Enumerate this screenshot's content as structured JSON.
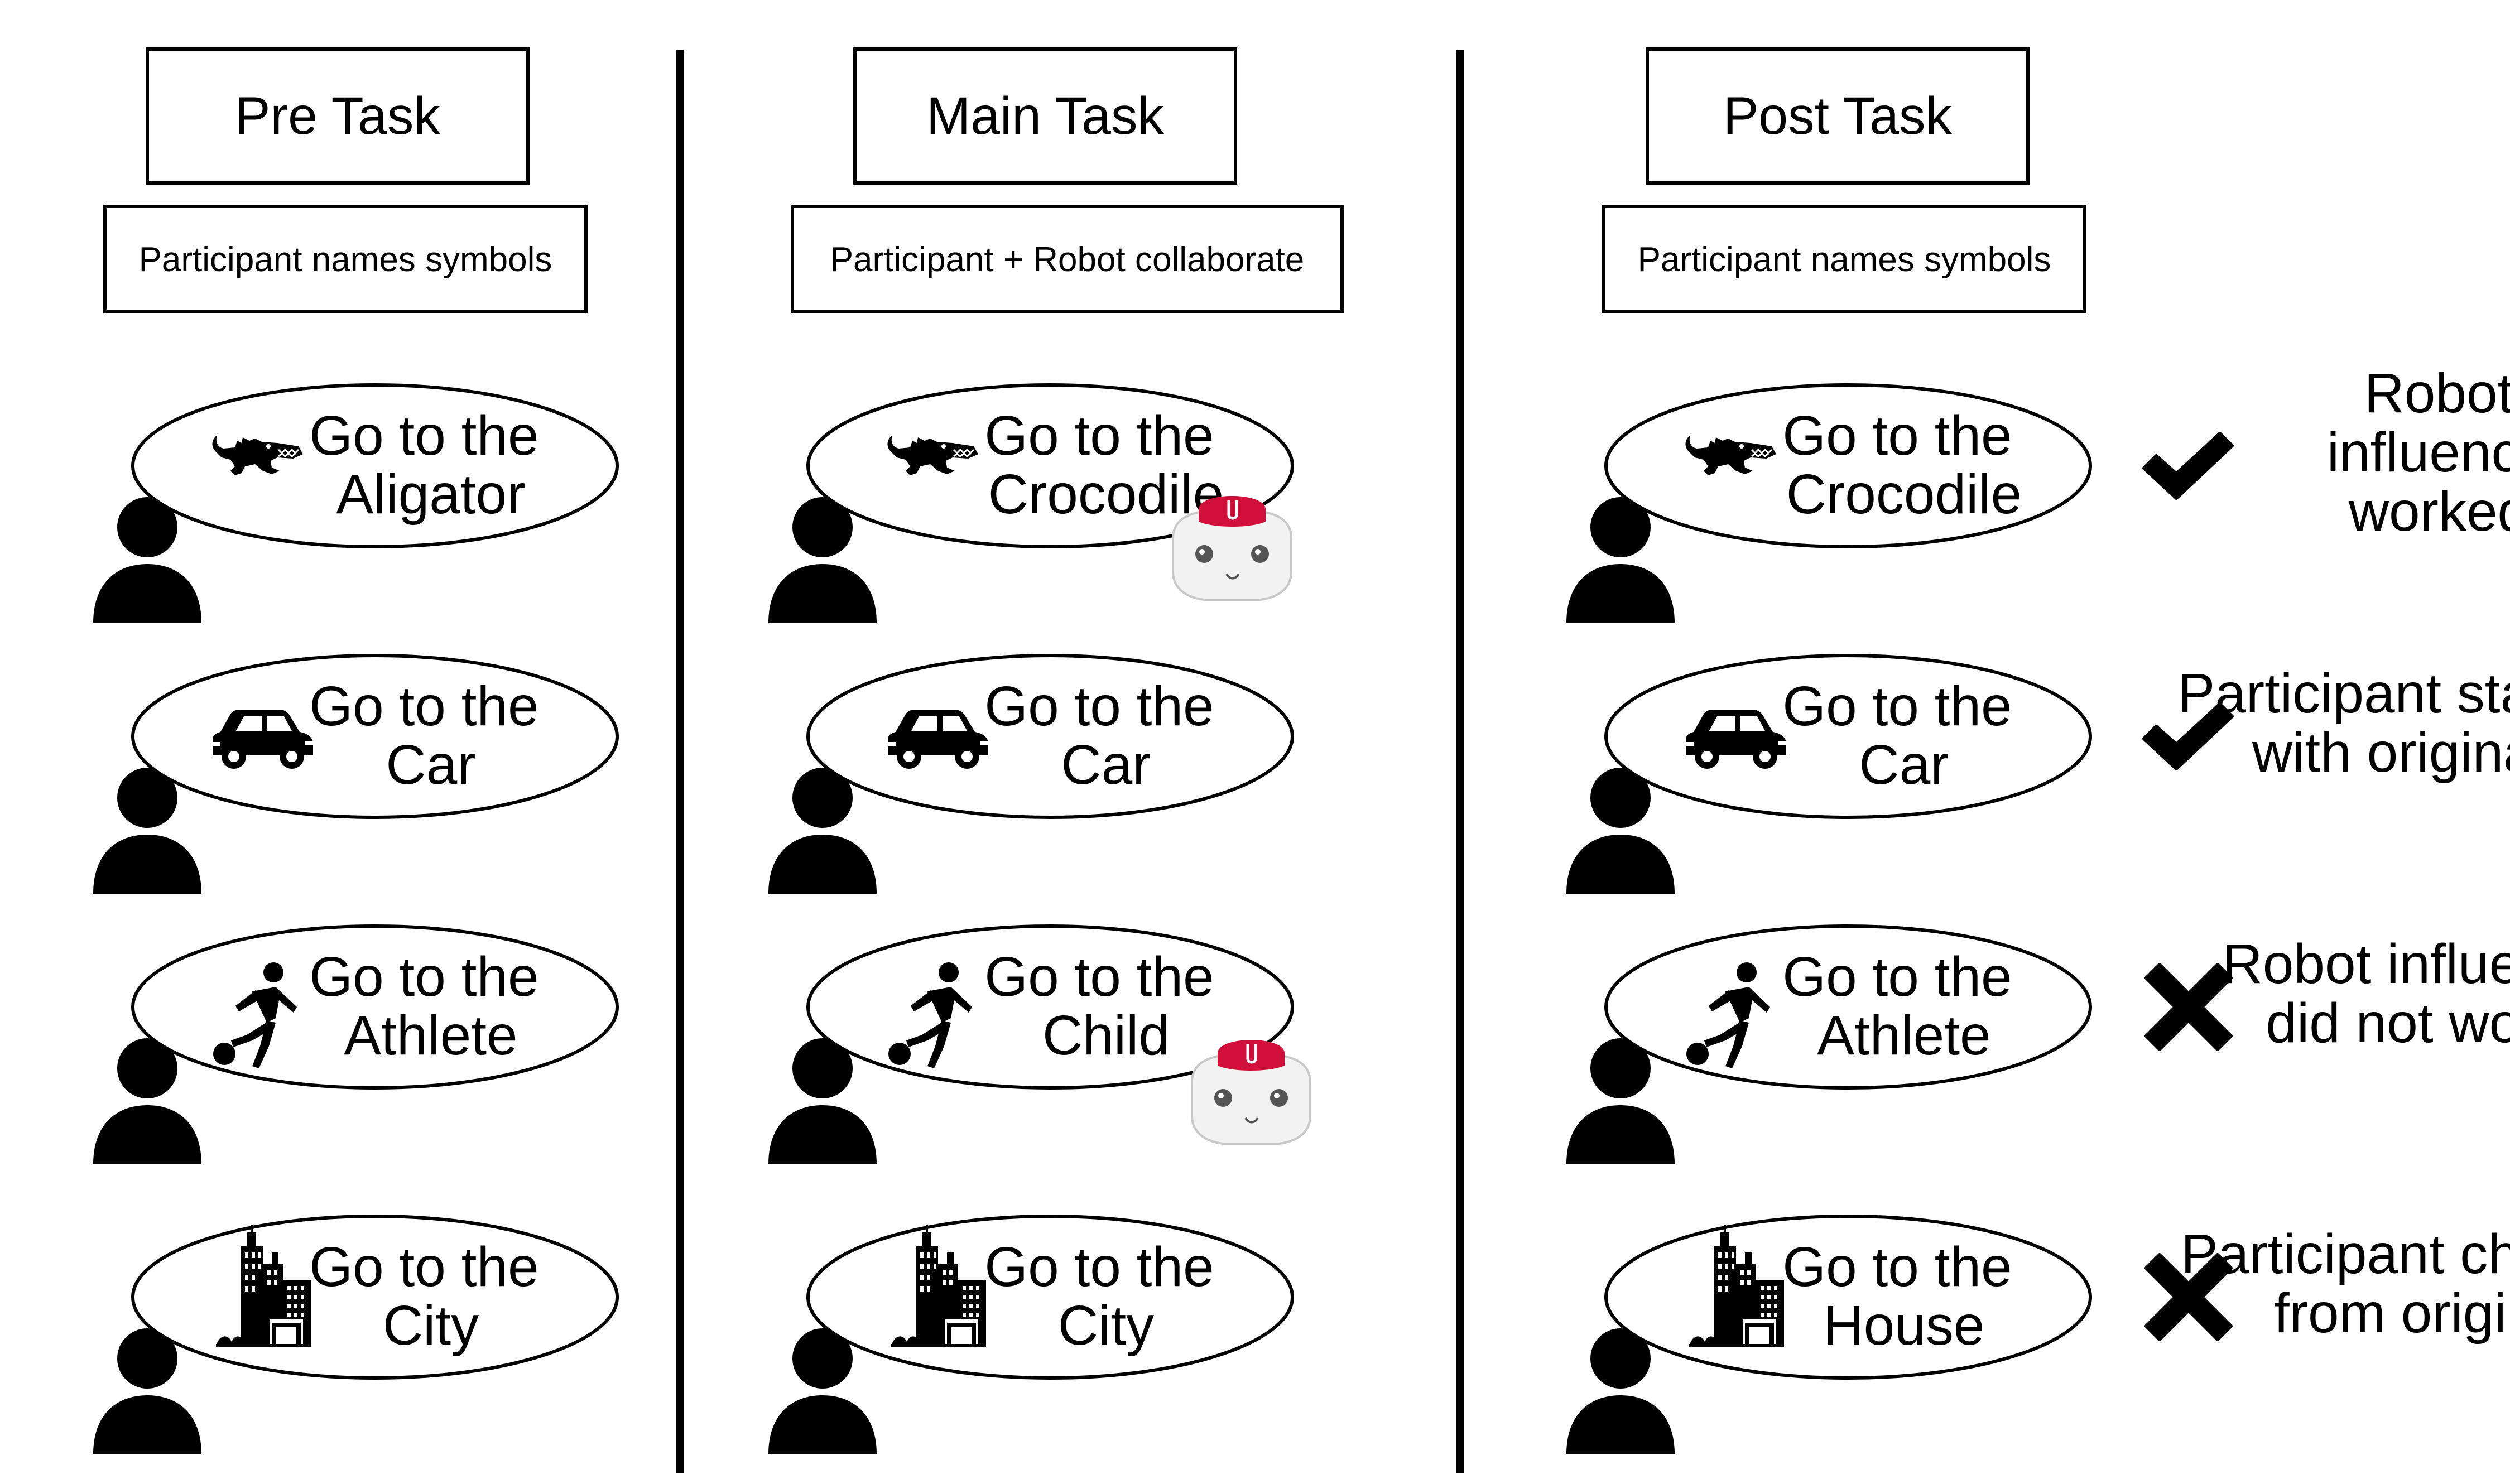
{
  "columns": [
    {
      "title": "Pre Task",
      "subtitle": "Participant names symbols",
      "rows": [
        {
          "line1": "Go to the",
          "line2": "Aligator",
          "icon": "alligator-icon",
          "robot": false
        },
        {
          "line1": "Go to the",
          "line2": "Car",
          "icon": "car-icon",
          "robot": false
        },
        {
          "line1": "Go to the",
          "line2": "Athlete",
          "icon": "athlete-icon",
          "robot": false
        },
        {
          "line1": "Go to the",
          "line2": "City",
          "icon": "city-icon",
          "robot": false
        }
      ]
    },
    {
      "title": "Main Task",
      "subtitle": "Participant + Robot collaborate",
      "rows": [
        {
          "line1": "Go to the",
          "line2": "Crocodile",
          "icon": "alligator-icon",
          "robot": true
        },
        {
          "line1": "Go to the",
          "line2": "Car",
          "icon": "car-icon",
          "robot": false
        },
        {
          "line1": "Go to the",
          "line2": "Child",
          "icon": "athlete-icon",
          "robot": true
        },
        {
          "line1": "Go to the",
          "line2": "City",
          "icon": "city-icon",
          "robot": false
        }
      ]
    },
    {
      "title": "Post Task",
      "subtitle": "Participant names symbols",
      "rows": [
        {
          "line1": "Go to the",
          "line2": "Crocodile",
          "icon": "alligator-icon",
          "robot": false,
          "mark": "check-icon",
          "note": [
            "Robot",
            "influence",
            "worked"
          ]
        },
        {
          "line1": "Go to the",
          "line2": "Car",
          "icon": "car-icon",
          "robot": false,
          "mark": "check-icon",
          "note": [
            "Participant stayed",
            "with original"
          ]
        },
        {
          "line1": "Go to the",
          "line2": "Athlete",
          "icon": "athlete-icon",
          "robot": false,
          "mark": "cross-icon",
          "note": [
            "Robot influence",
            "did not work"
          ]
        },
        {
          "line1": "Go to the",
          "line2": "House",
          "icon": "city-icon",
          "robot": false,
          "mark": "cross-icon",
          "note": [
            "Participant changed",
            "from original"
          ]
        }
      ]
    }
  ]
}
